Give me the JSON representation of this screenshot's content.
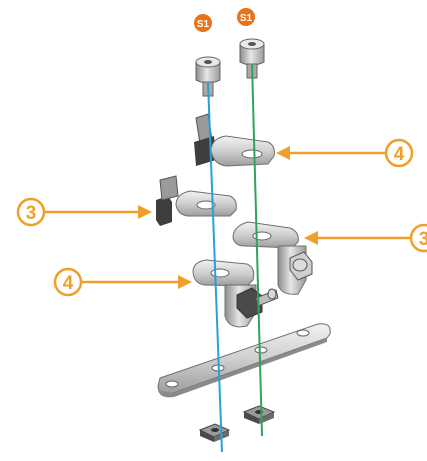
{
  "diagram": {
    "fastener_labels": [
      "S1",
      "S1"
    ],
    "callouts": [
      {
        "id": "bracket-upper",
        "number": "4"
      },
      {
        "id": "bracket-left",
        "number": "3"
      },
      {
        "id": "bracket-right",
        "number": "3"
      },
      {
        "id": "bracket-lower",
        "number": "4"
      }
    ],
    "colors": {
      "callout_orange": "#f0a02a",
      "badge_orange": "#e8731a",
      "axis_blue": "#2a9fd8",
      "axis_green": "#2ea35a",
      "metal_light": "#e2e2e2",
      "metal_mid": "#b9b9b9",
      "metal_dark": "#6f6f6f",
      "nut_dark": "#4a4a4a"
    }
  }
}
